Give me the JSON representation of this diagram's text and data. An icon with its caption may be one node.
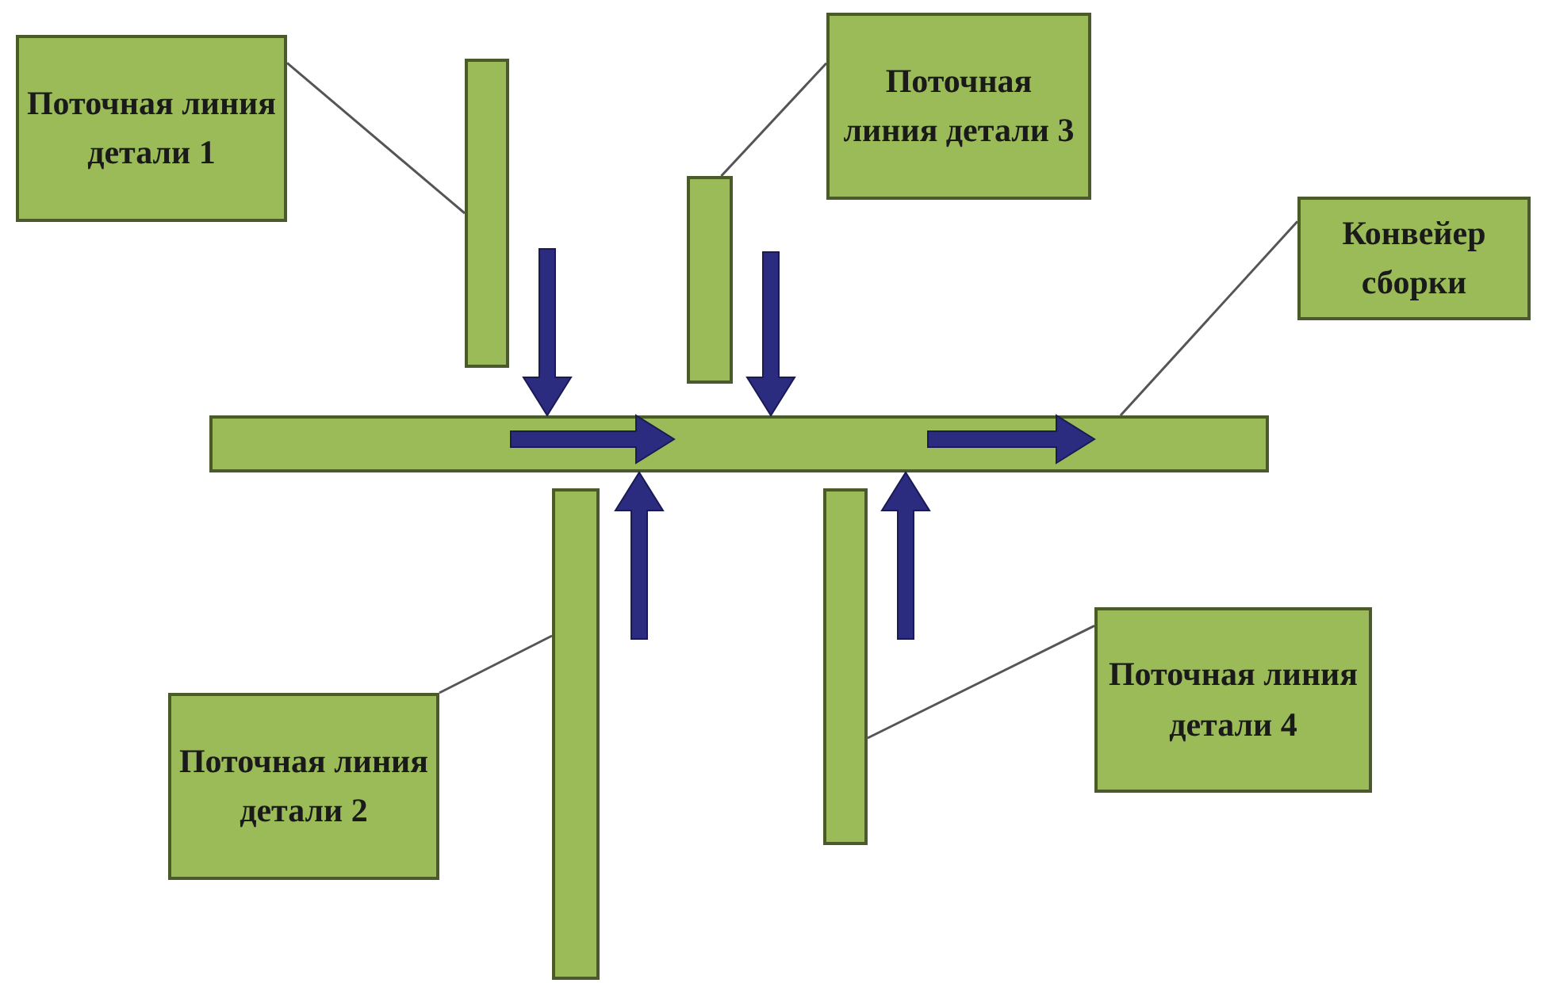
{
  "diagram": {
    "nodes": [
      {
        "text": [
          "Поточная линия детали 1"
        ]
      },
      {
        "text": [
          "Поточная линия детали 3"
        ]
      },
      {
        "text": [
          "Конвейер сборки"
        ]
      },
      {
        "text": [],
        "shape": "bar"
      },
      {
        "text": [],
        "shape": "bar"
      },
      {
        "text": [],
        "shape": "bar"
      },
      {
        "text": [],
        "shape": "bar"
      },
      {
        "text": [],
        "shape": "bar"
      },
      {
        "text": [
          "Поточная линия детали 4"
        ]
      },
      {
        "text": [
          "Поточная линия детали 2"
        ]
      }
    ],
    "edges": [
      {
        "from": 0,
        "to": 3,
        "arrow": "none"
      },
      {
        "from": 1,
        "to": 4,
        "arrow": "none"
      },
      {
        "from": 2,
        "to": 5,
        "arrow": "none"
      },
      {
        "from": 9,
        "to": 6,
        "arrow": "none"
      },
      {
        "from": 8,
        "to": 7,
        "arrow": "none"
      },
      {
        "from": 3,
        "to": 5,
        "arrow": "to"
      },
      {
        "from": 4,
        "to": 5,
        "arrow": "to"
      },
      {
        "from": 6,
        "to": 5,
        "arrow": "to"
      },
      {
        "from": 7,
        "to": 5,
        "arrow": "to"
      }
    ]
  }
}
